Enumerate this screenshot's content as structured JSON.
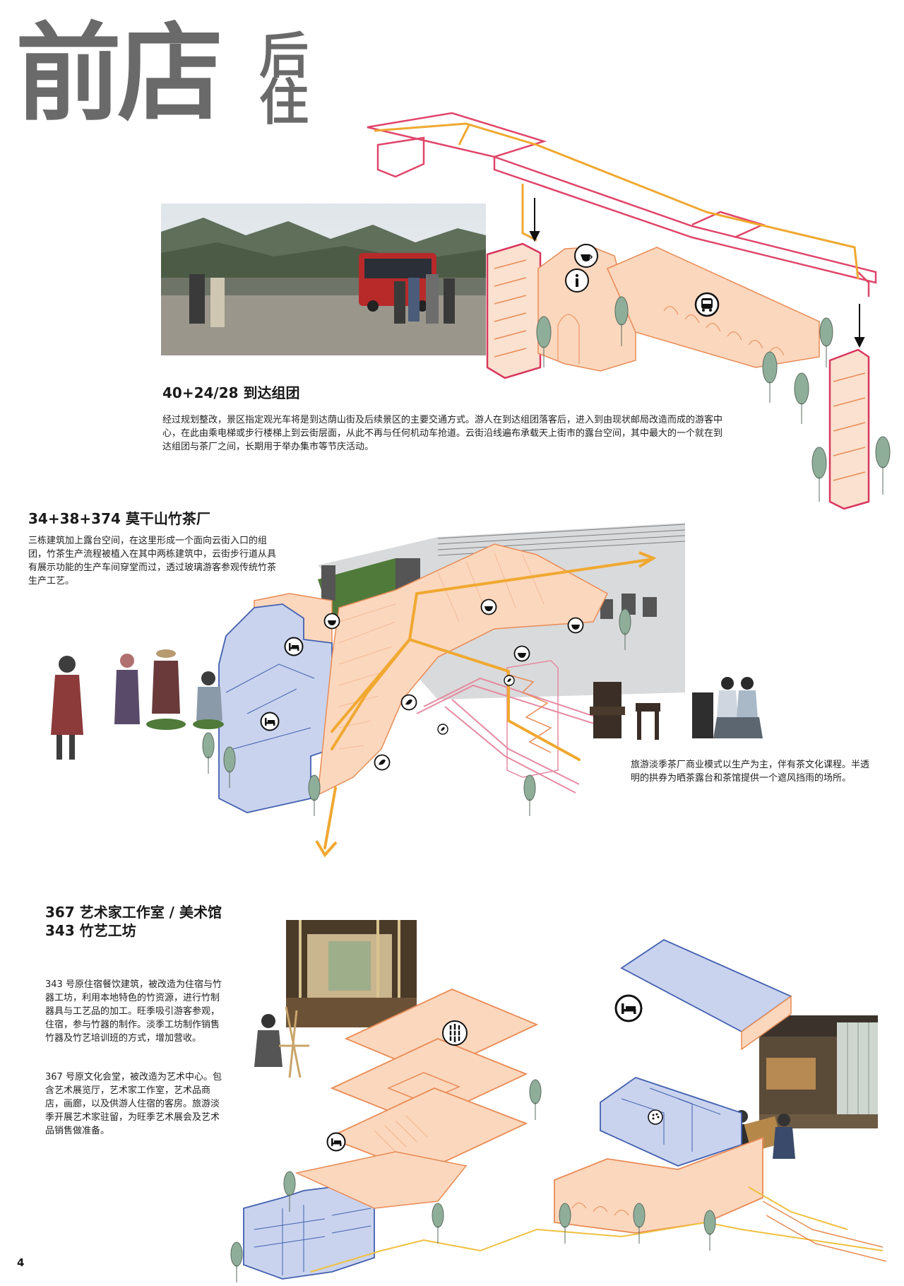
{
  "header": {
    "title_main": "前店",
    "title_side_top": "后",
    "title_side_bottom": "住"
  },
  "sections": [
    {
      "heading": "40+24/28 到达组团",
      "body": "经过规划整改，景区指定观光车将是到达荫山街及后续景区的主要交通方式。游人在到达组团落客后，进入到由现状邮局改造而成的游客中心，在此由乘电梯或步行楼梯上到云街层面，从此不再与任何机动车抢道。云街沿线遍布承载天上街市的露台空间，其中最大的一个就在到达组团与茶厂之间，长期用于举办集市等节庆活动。"
    },
    {
      "heading": "34+38+374 莫干山竹茶厂",
      "body": "三栋建筑加上露台空间，在这里形成一个面向云街入口的组团，竹茶生产流程被植入在其中两栋建筑中，云街步行道从具有展示功能的生产车间穿堂而过，透过玻璃游客参观传统竹茶生产工艺。",
      "side_note": "旅游淡季茶厂商业模式以生产为主，伴有茶文化课程。半透明的拱券为晒茶露台和茶馆提供一个遮风挡雨的场所。"
    },
    {
      "heading_line1": "367 艺术家工作室 / 美术馆",
      "heading_line2": "343 竹艺工坊",
      "body1": "343 号原住宿餐饮建筑，被改造为住宿与竹器工坊，利用本地特色的竹资源，进行竹制器具与工艺品的加工。旺季吸引游客参观，住宿，参与竹器的制作。淡季工坊制作销售竹器及竹艺培训班的方式，增加营收。",
      "body2": "367 号原文化会堂，被改造为艺术中心。包含艺术展览厅，艺术家工作室，艺术品商店，画廊，以及供游人住宿的客房。旅游淡季开展艺术家驻留，为旺季艺术展会及艺术品销售做准备。"
    }
  ],
  "page_number": "4",
  "colors": {
    "orange_fill": "#fbd7bd",
    "orange_line": "#e98b55",
    "blue_fill": "#c9d3ee",
    "blue_line": "#4360b0",
    "pink_route": "#e0456a",
    "yellow_route": "#f0a830",
    "title_gray": "#6a6a6a"
  },
  "icons": [
    "coffee-icon",
    "info-icon",
    "bus-icon",
    "bed-icon",
    "tea-icon",
    "bamboo-icon",
    "palette-icon",
    "arrow-down-icon"
  ]
}
